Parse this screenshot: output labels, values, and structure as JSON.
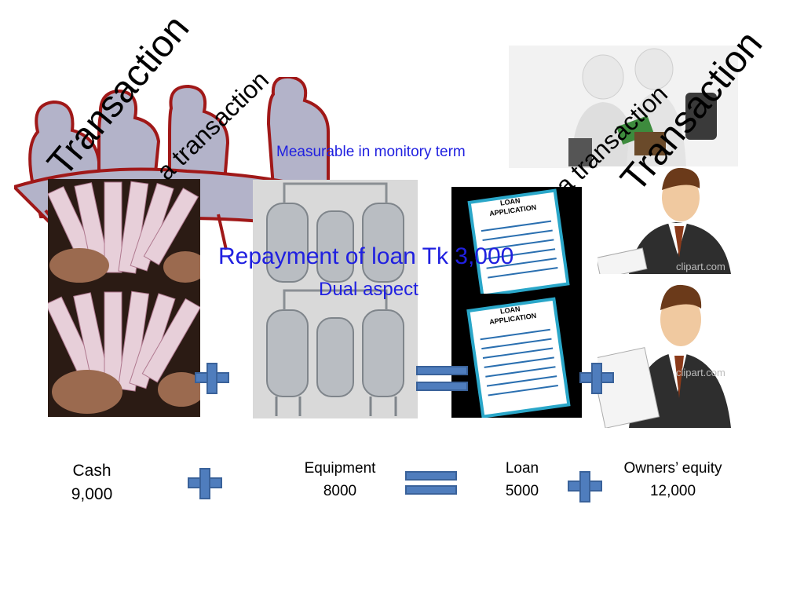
{
  "overlay": {
    "transaction_big": "Transaction",
    "a_transaction_left": "a transaction",
    "a_transaction_right": "a transaction",
    "transaction_right": "Transaction",
    "measurable": "Measurable in monitory term",
    "repayment": "Repayment of loan Tk 3,000",
    "dual_aspect": "Dual aspect"
  },
  "equation": {
    "cash": {
      "label": "Cash",
      "value": "9,000"
    },
    "equipment": {
      "label": "Equipment",
      "value": "8000"
    },
    "loan": {
      "label": "Loan",
      "value": "5000"
    },
    "owners_equity": {
      "label": "Owners’ equity",
      "value": "12,000"
    }
  },
  "images": {
    "loan_card_title_1": "LOAN",
    "loan_card_title_2": "APPLICATION",
    "clipart_watermark": "clipart.com"
  },
  "colors": {
    "symbol_blue": "#4f7dbd",
    "overlay_blue": "#2020e0",
    "meeting_fill": "#b3b3c9",
    "meeting_outline": "#a01818"
  }
}
